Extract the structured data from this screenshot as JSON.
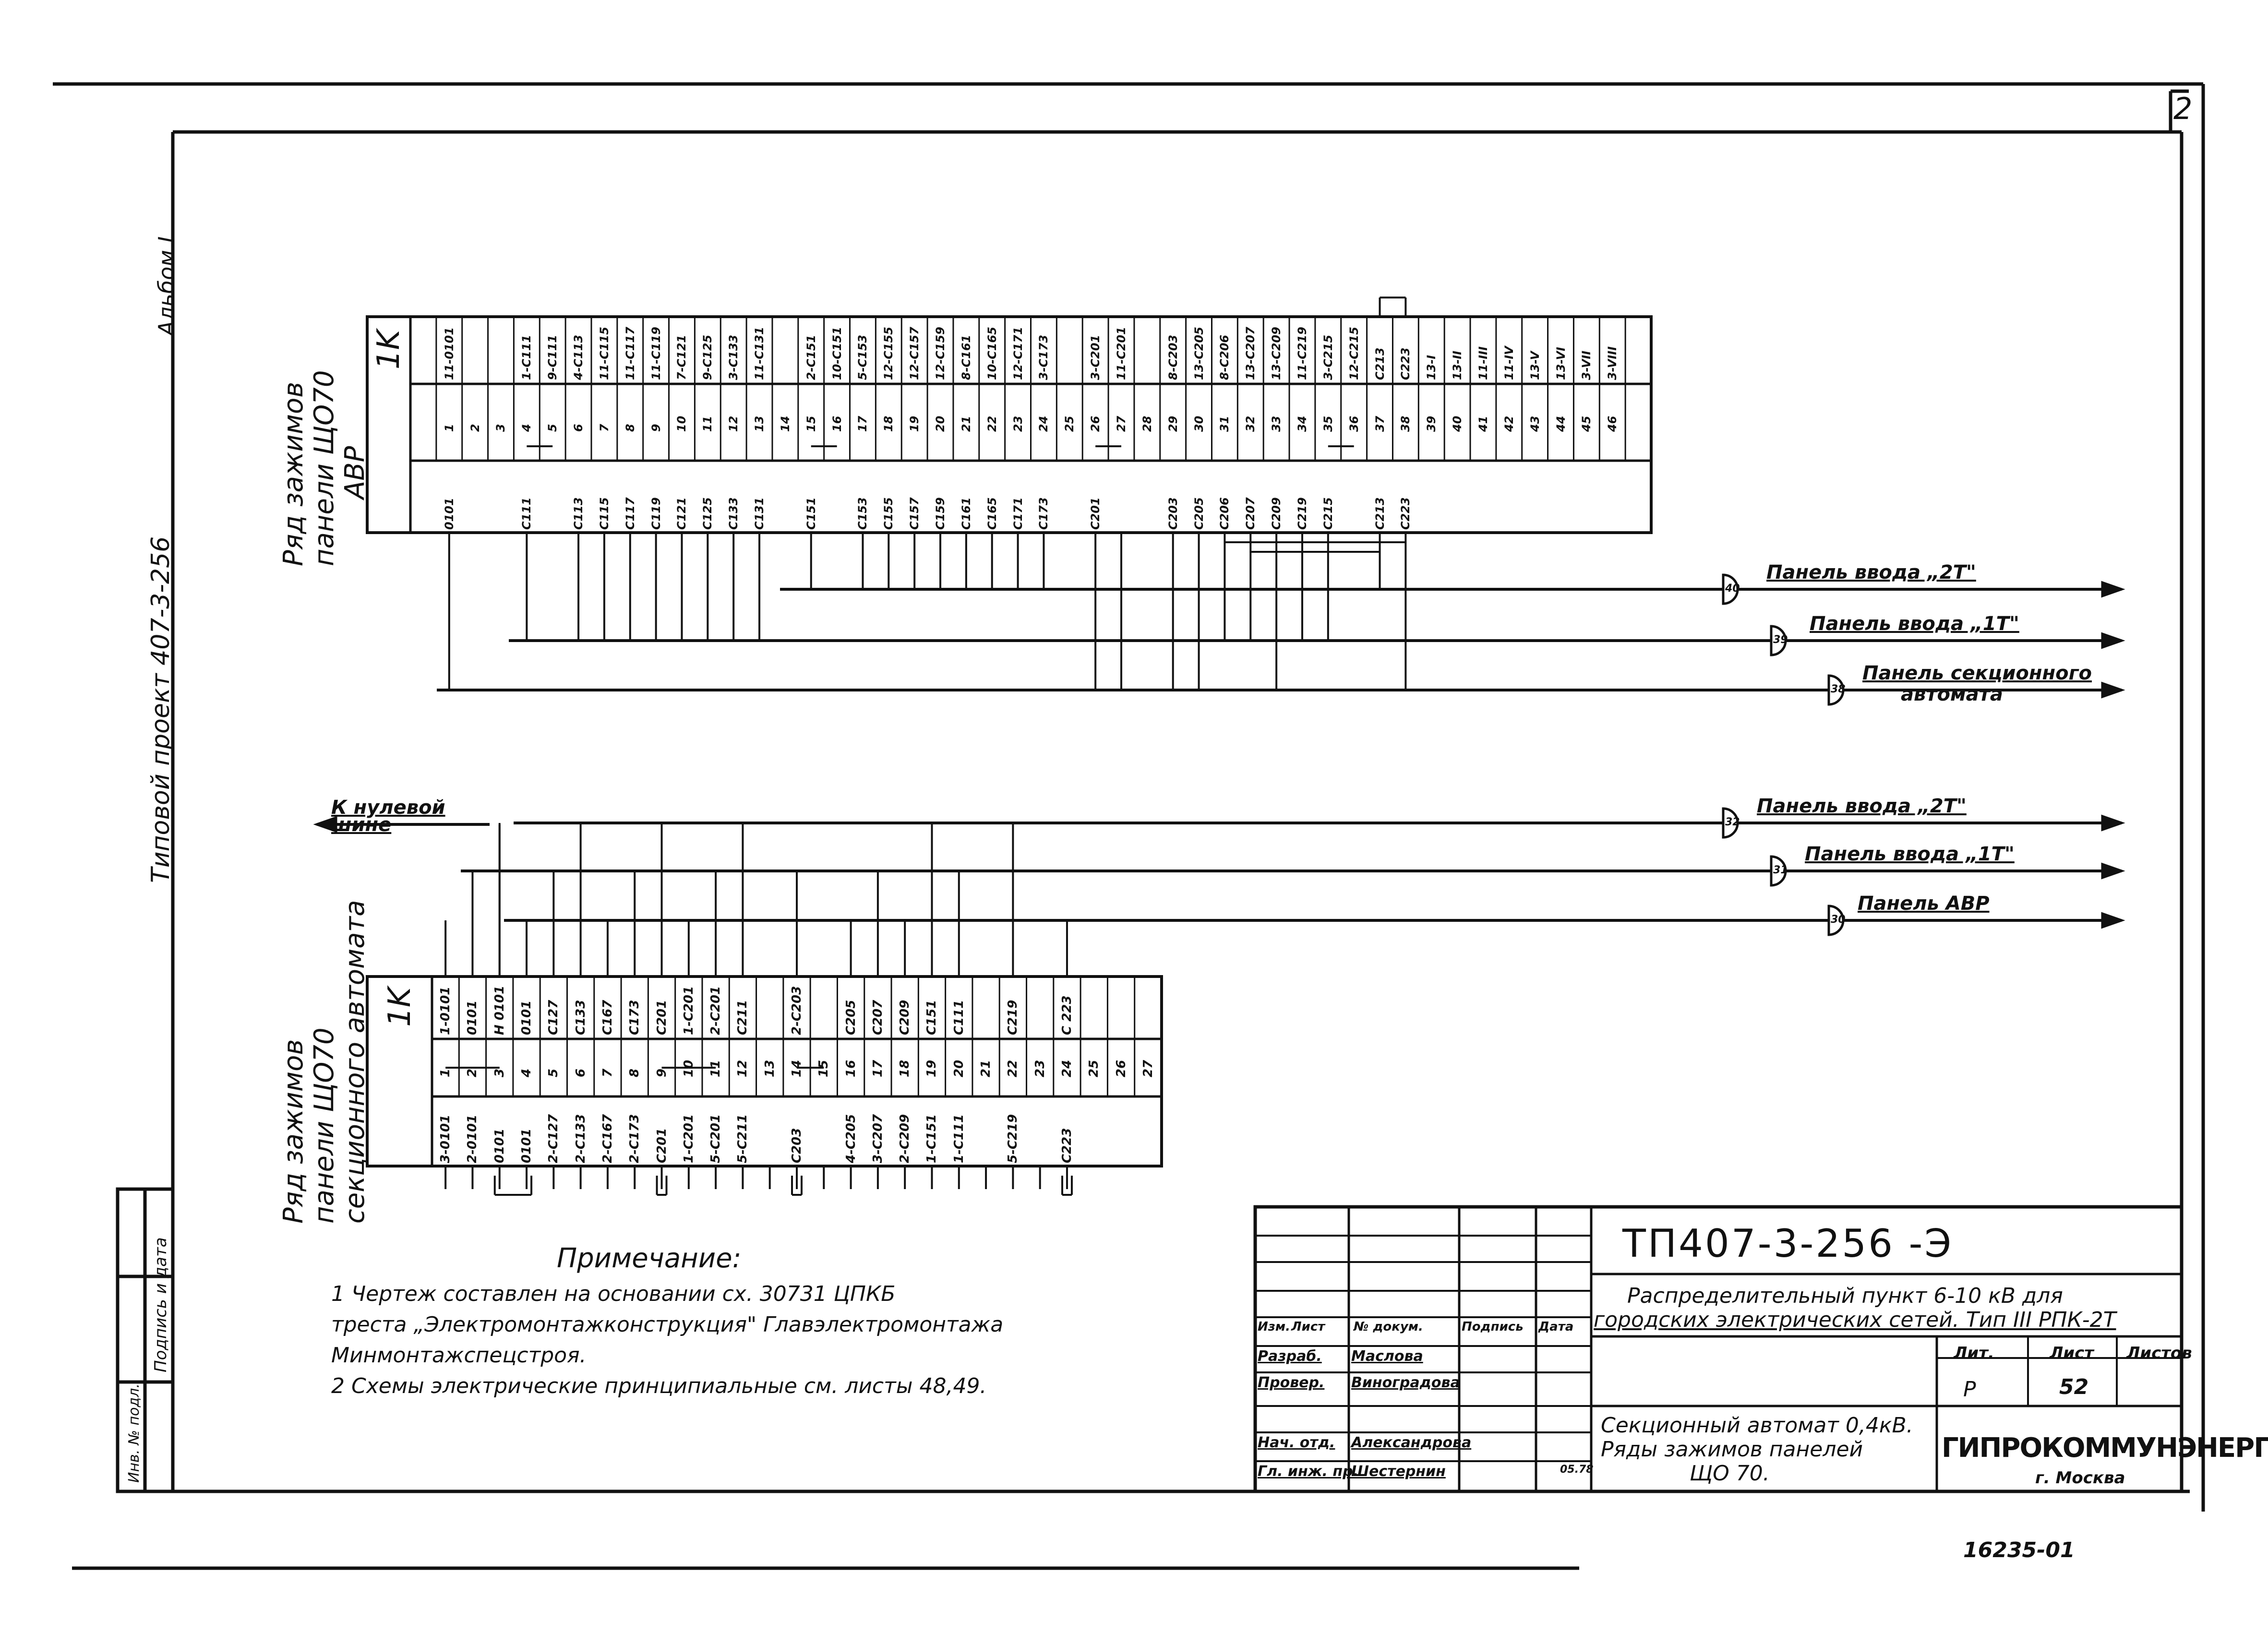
{
  "colors": {
    "ink": "#111111",
    "paper": "#ffffff"
  },
  "sheet_marks": {
    "page_corner": "2",
    "archive_no": "16235-01"
  },
  "side": {
    "album": "Альбом I",
    "project": "Типовой проект 407-3-256",
    "stamp_sign": "Подпись и дата",
    "stamp_inv": "Инв. № подл."
  },
  "upper_block": {
    "title": [
      "Ряд зажимов",
      "панели ЩО70",
      "АВР"
    ],
    "label": "1K",
    "cols": [
      {
        "n": "",
        "top": "",
        "bot": ""
      },
      {
        "n": "1",
        "top": "11-0101",
        "bot": "0101"
      },
      {
        "n": "2",
        "top": "",
        "bot": ""
      },
      {
        "n": "3",
        "top": "",
        "bot": ""
      },
      {
        "n": "4",
        "top": "1-C111",
        "bot": "C111"
      },
      {
        "n": "5",
        "top": "9-C111",
        "bot": ""
      },
      {
        "n": "6",
        "top": "4-C113",
        "bot": "C113"
      },
      {
        "n": "7",
        "top": "11-C115",
        "bot": "C115"
      },
      {
        "n": "8",
        "top": "11-C117",
        "bot": "C117"
      },
      {
        "n": "9",
        "top": "11-C119",
        "bot": "C119"
      },
      {
        "n": "10",
        "top": "7-C121",
        "bot": "C121"
      },
      {
        "n": "11",
        "top": "9-C125",
        "bot": "C125"
      },
      {
        "n": "12",
        "top": "3-C133",
        "bot": "C133"
      },
      {
        "n": "13",
        "top": "11-C131",
        "bot": "C131"
      },
      {
        "n": "14",
        "top": "",
        "bot": ""
      },
      {
        "n": "15",
        "top": "2-C151",
        "bot": "C151"
      },
      {
        "n": "16",
        "top": "10-C151",
        "bot": ""
      },
      {
        "n": "17",
        "top": "5-C153",
        "bot": "C153"
      },
      {
        "n": "18",
        "top": "12-C155",
        "bot": "C155"
      },
      {
        "n": "19",
        "top": "12-C157",
        "bot": "C157"
      },
      {
        "n": "20",
        "top": "12-C159",
        "bot": "C159"
      },
      {
        "n": "21",
        "top": "8-C161",
        "bot": "C161"
      },
      {
        "n": "22",
        "top": "10-C165",
        "bot": "C165"
      },
      {
        "n": "23",
        "top": "12-C171",
        "bot": "C171"
      },
      {
        "n": "24",
        "top": "3-C173",
        "bot": "C173"
      },
      {
        "n": "25",
        "top": "",
        "bot": ""
      },
      {
        "n": "26",
        "top": "3-C201",
        "bot": "C201"
      },
      {
        "n": "27",
        "top": "11-C201",
        "bot": ""
      },
      {
        "n": "28",
        "top": "",
        "bot": ""
      },
      {
        "n": "29",
        "top": "8-C203",
        "bot": "C203"
      },
      {
        "n": "30",
        "top": "13-C205",
        "bot": "C205"
      },
      {
        "n": "31",
        "top": "8-C206",
        "bot": "C206"
      },
      {
        "n": "32",
        "top": "13-C207",
        "bot": "C207"
      },
      {
        "n": "33",
        "top": "13-C209",
        "bot": "C209"
      },
      {
        "n": "34",
        "top": "11-C219",
        "bot": "C219"
      },
      {
        "n": "35",
        "top": "3-C215",
        "bot": "C215"
      },
      {
        "n": "36",
        "top": "12-C215",
        "bot": ""
      },
      {
        "n": "37",
        "top": "C213",
        "bot": "C213"
      },
      {
        "n": "38",
        "top": "C223",
        "bot": "C223"
      },
      {
        "n": "39",
        "top": "13-I",
        "bot": ""
      },
      {
        "n": "40",
        "top": "13-II",
        "bot": ""
      },
      {
        "n": "41",
        "top": "11-III",
        "bot": ""
      },
      {
        "n": "42",
        "top": "11-IV",
        "bot": ""
      },
      {
        "n": "43",
        "top": "13-V",
        "bot": ""
      },
      {
        "n": "44",
        "top": "13-VI",
        "bot": ""
      },
      {
        "n": "45",
        "top": "3-VII",
        "bot": ""
      },
      {
        "n": "46",
        "top": "3-VIII",
        "bot": ""
      },
      {
        "n": "",
        "top": "",
        "bot": ""
      }
    ],
    "dests": [
      {
        "no": "40",
        "label": "Панель ввода „2Т\""
      },
      {
        "no": "39",
        "label": "Панель ввода „1Т\""
      },
      {
        "no": "38",
        "label": "Панель секционного",
        "label2": "автомата"
      }
    ]
  },
  "lower_block": {
    "title": [
      "Ряд зажимов",
      "панели ЩО70",
      "секционного автомата"
    ],
    "label": "1K",
    "zero_bus": "К нулевой шине",
    "cols": [
      {
        "n": "1",
        "top": "1-0101",
        "bot": "3-0101"
      },
      {
        "n": "2",
        "top": "0101",
        "bot": "2-0101"
      },
      {
        "n": "3",
        "top": "H 0101",
        "bot": "0101"
      },
      {
        "n": "4",
        "top": "0101",
        "bot": "0101"
      },
      {
        "n": "5",
        "top": "C127",
        "bot": "2-C127"
      },
      {
        "n": "6",
        "top": "C133",
        "bot": "2-C133"
      },
      {
        "n": "7",
        "top": "C167",
        "bot": "2-C167"
      },
      {
        "n": "8",
        "top": "C173",
        "bot": "2-C173"
      },
      {
        "n": "9",
        "top": "C201",
        "bot": "C201"
      },
      {
        "n": "10",
        "top": "1-C201",
        "bot": "1-C201"
      },
      {
        "n": "11",
        "top": "2-C201",
        "bot": "5-C201"
      },
      {
        "n": "12",
        "top": "C211",
        "bot": "5-C211"
      },
      {
        "n": "13",
        "top": "",
        "bot": ""
      },
      {
        "n": "14",
        "top": "2-C203",
        "bot": "C203"
      },
      {
        "n": "15",
        "top": "",
        "bot": ""
      },
      {
        "n": "16",
        "top": "C205",
        "bot": "4-C205"
      },
      {
        "n": "17",
        "top": "C207",
        "bot": "3-C207"
      },
      {
        "n": "18",
        "top": "C209",
        "bot": "2-C209"
      },
      {
        "n": "19",
        "top": "C151",
        "bot": "1-C151"
      },
      {
        "n": "20",
        "top": "C111",
        "bot": "1-C111"
      },
      {
        "n": "21",
        "top": "",
        "bot": ""
      },
      {
        "n": "22",
        "top": "C219",
        "bot": "5-C219"
      },
      {
        "n": "23",
        "top": "",
        "bot": ""
      },
      {
        "n": "24",
        "top": "C 223",
        "bot": "C223"
      },
      {
        "n": "25",
        "top": "",
        "bot": ""
      },
      {
        "n": "26",
        "top": "",
        "bot": ""
      },
      {
        "n": "27",
        "top": "",
        "bot": ""
      }
    ],
    "dests": [
      {
        "no": "32",
        "label": "Панель ввода „2Т\""
      },
      {
        "no": "31",
        "label": "Панель ввода „1Т\""
      },
      {
        "no": "30",
        "label": "Панель АВР"
      }
    ]
  },
  "notes": {
    "title": "Примечание:",
    "items": [
      "1  Чертеж составлен на основании сх. 30731 ЦПКБ",
      "   треста „Электромонтажконструкция\" Главэлектромонтажа",
      "   Минмонтажспецстроя.",
      "2  Схемы электрические принципиальные см. листы 48,49."
    ]
  },
  "title_block": {
    "designation": "ТП407-3-256   -Э",
    "object_line1": "Распределительный пункт 6-10 кВ для",
    "object_line2": "городских электрических сетей. Тип III РПК-2Т",
    "sheet_title_1": "Секционный автомат 0,4кВ.",
    "sheet_title_2": "Ряды зажимов панелей",
    "sheet_title_3": "ЩО 70.",
    "header": [
      "Изм.",
      "Лист",
      "№ докум.",
      "Подпись",
      "Дата"
    ],
    "rows": [
      {
        "role": "Разраб.",
        "name": "Маслова"
      },
      {
        "role": "Провер.",
        "name": "Виноградова"
      },
      {
        "role": "",
        "name": ""
      },
      {
        "role": "Нач. отд.",
        "name": "Александрова"
      },
      {
        "role": "Гл. инж. пр.",
        "name": "Шестернин"
      }
    ],
    "date_value": "05.78",
    "lit_label": "Лит.",
    "sheet_label": "Лист",
    "sheets_label": "Листов",
    "lit_value": "Р",
    "sheet_value": "52",
    "org": "ГИПРОКОММУНЭНЕРГО",
    "city": "г. Москва"
  }
}
